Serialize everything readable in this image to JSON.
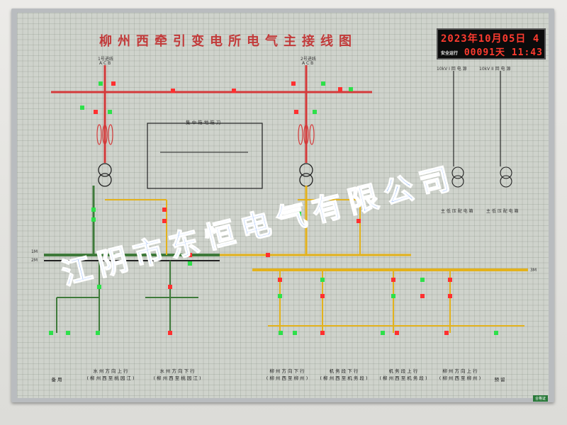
{
  "board": {
    "title": "柳州西牵引变电所电气主接线图",
    "watermark": "江阴市东恒电气有限公司",
    "clock": {
      "line1": "2023年10月05日 4",
      "line2_prefix": "安全运行",
      "line2": "00091天 11:43"
    },
    "incoming": {
      "line1": "1号进线",
      "line2": "2号进线",
      "phase_labels": "A C B"
    },
    "center_box_title": "集 中 箱 地 箱 刀",
    "right_power": {
      "left_label": "10kV I 回 电 源",
      "right_label": "10kV II 回 电 源"
    },
    "box_labels": {
      "left": "主 低 压 配 电 箱",
      "right": "主 低 压 配 电 箱"
    },
    "busbars": {
      "left_top": "1M",
      "left_bottom": "2M",
      "right": "3M"
    },
    "feeders": [
      {
        "label1": "备 用"
      },
      {
        "label1": "水 州 方 向 上 行",
        "label2": "( 柳 州 西 至 桃 园 江 )"
      },
      {
        "label1": "水 州 方 向 下 行",
        "label2": "( 柳 州 西 至 桃 园 江 )"
      },
      {
        "label1": "柳 州 方 向 下 行",
        "label2": "( 柳 州 西 至 柳 州 )"
      },
      {
        "label1": "机 务 段 下 行",
        "label2": "( 柳 州 西 至 机 务 段 )"
      },
      {
        "label1": "机 务 段 上 行",
        "label2": "( 柳 州 西 至 机 务 段 )"
      },
      {
        "label1": "柳 州 方 向 上 行",
        "label2": "( 柳 州 西 至 柳 州 )"
      },
      {
        "label1": "预 留"
      }
    ],
    "tag": "合格证"
  },
  "colors": {
    "red_line": "#d43a3a",
    "green_line": "#3e7a3a",
    "yellow_line": "#e3b21c",
    "red_lamp": "#ff3030",
    "green_lamp": "#2ee04a",
    "wire_black": "#222222"
  }
}
